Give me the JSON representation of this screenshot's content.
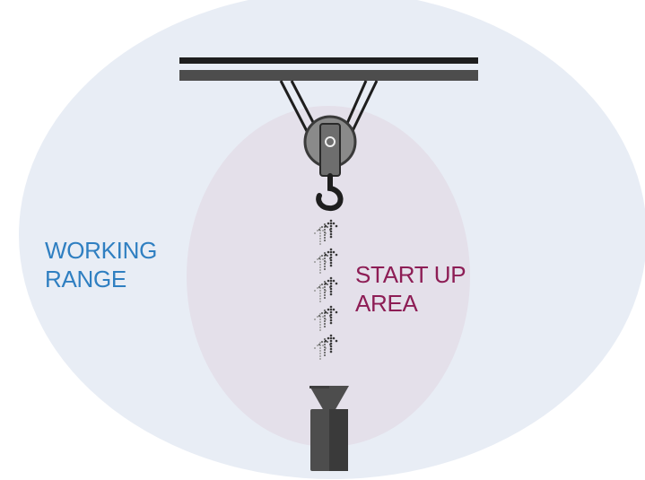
{
  "labels": {
    "working_range": [
      "WORKING",
      "RANGE"
    ],
    "startup_area": [
      "START UP",
      "AREA"
    ]
  },
  "colors": {
    "working_range_fill": "#e8edf5",
    "startup_area_fill": "#e4e0ea",
    "working_range_text": "#2f7fc1",
    "startup_area_text": "#8d1d55",
    "crane_dark": "#1e1e1e",
    "crane_mid": "#4d4d4d",
    "pulley_fill": "#8a8a8a",
    "arrow_dot": "#3a3a3a",
    "arrow_dot_faint": "#9a9a9a"
  },
  "icons": {
    "crane_rail": "crane-rail-icon",
    "pulley": "pulley-block-icon",
    "hook": "crane-hook-icon",
    "load": "load-weight-icon",
    "upward_arrows": "dotted-up-arrow-icon"
  },
  "arrow_count": 5
}
